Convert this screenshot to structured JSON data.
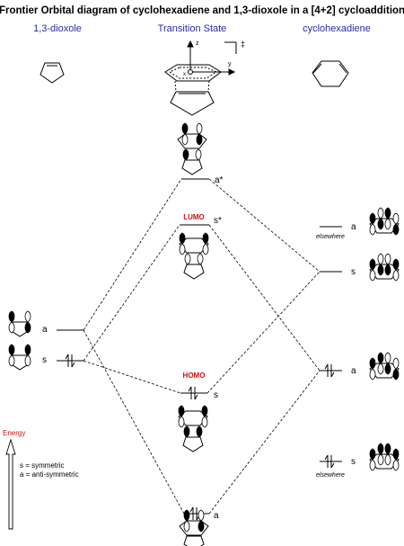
{
  "title": "Frontier Orbital diagram of cyclohexadiene and 1,3-dioxole in a [4+2] cycloaddition",
  "columns": {
    "left": "1,3-dioxole",
    "middle": "Transition State",
    "right": "cyclohexadiene"
  },
  "axes": {
    "z": "z",
    "y": "y",
    "x": "x",
    "double_dagger": "‡"
  },
  "levels": {
    "ts_a_star": "a*",
    "ts_s_star": "s*",
    "ts_s": "s",
    "ts_a": "a",
    "left_a": "a",
    "left_s": "s",
    "right_a_top": "a",
    "right_s_top": "s",
    "right_a_bottom": "a",
    "right_s_bottom": "s"
  },
  "tags": {
    "lumo": "LUMO",
    "homo": "HOMO",
    "elsewhere_top": "elsewhere",
    "elsewhere_bottom": "elsewhere"
  },
  "legend": {
    "energy": "Energy",
    "symmetric": "s = symmetric",
    "antisymmetric": "a = anti-symmetric"
  },
  "colors": {
    "title": "#000000",
    "column": "#2a2aa8",
    "tag": "#cc1111",
    "line": "#000000"
  }
}
